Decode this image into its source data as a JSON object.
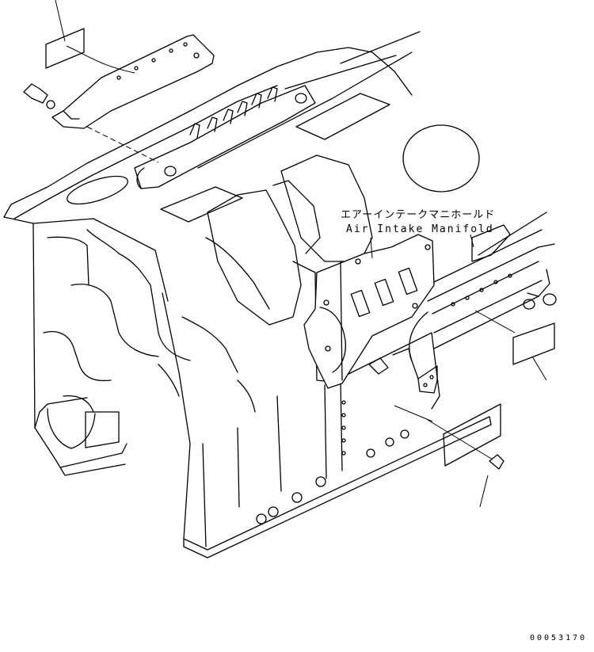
{
  "callouts": {
    "part_name_jp": "エアーインテークマニホールド",
    "part_name_en": "Air Intake Manifold"
  },
  "drawing_code": "00053170",
  "colors": {
    "line": "#000000",
    "background": "#ffffff"
  }
}
